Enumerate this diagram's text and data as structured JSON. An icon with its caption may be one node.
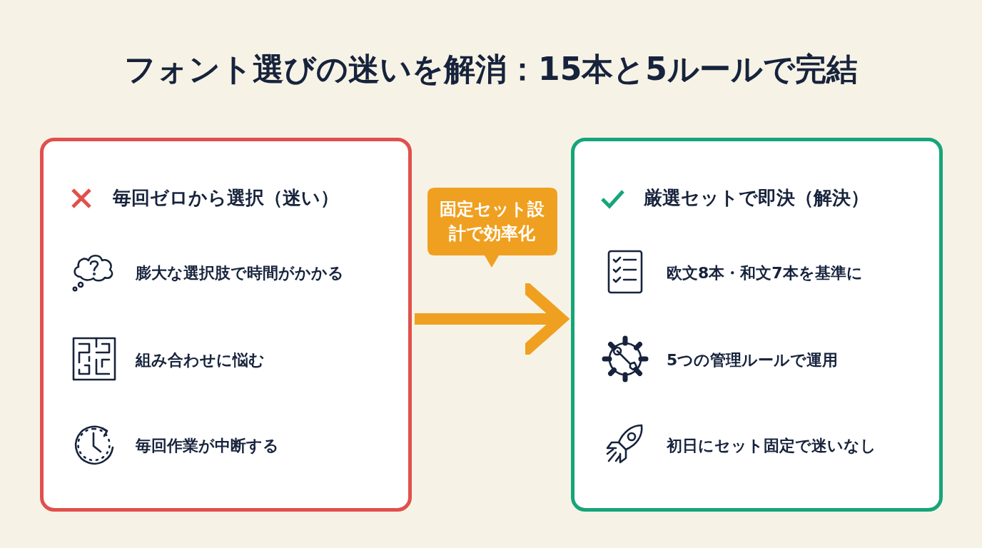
{
  "diagram": {
    "title": "フォント選びの迷いを解消：15本と5ルールで完結",
    "nodes": [
      {
        "text": [
          "毎回ゼロから選択（迷い）",
          "膨大な選択肢で時間がかかる",
          "組み合わせに悩む",
          "毎回作業が中断する"
        ]
      },
      {
        "text": [
          "厳選セットで即決（解決）",
          "欧文8本・和文7本を基準に",
          "5つの管理ルールで運用",
          "初日にセット固定で迷いなし"
        ]
      }
    ],
    "edges": [
      {
        "from": 0,
        "to": 1,
        "arrow": "to",
        "label": "固定セット設計で効率化",
        "color": "#f0a020"
      }
    ]
  }
}
